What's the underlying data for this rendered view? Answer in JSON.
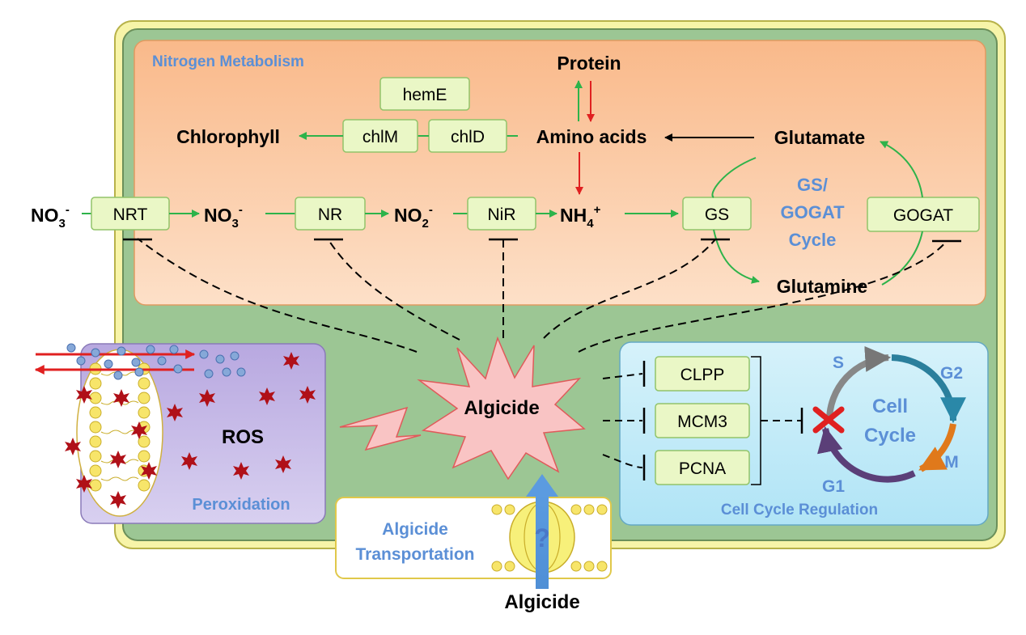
{
  "panels": {
    "nitrogen_title": "Nitrogen Metabolism",
    "ros_title": "Peroxidation",
    "cell_cycle_title": "Cell Cycle Regulation",
    "transport_title_line1": "Algicide",
    "transport_title_line2": "Transportation"
  },
  "metabolites": {
    "protein": "Protein",
    "amino_acids": "Amino acids",
    "chlorophyll": "Chlorophyll",
    "glutamate": "Glutamate",
    "glutamine": "Glutamine",
    "no3_out_base": "NO",
    "no3_out_sub": "3",
    "no3_out_sup": "-",
    "no3_in_base": "NO",
    "no3_in_sub": "3",
    "no3_in_sup": "-",
    "no2_base": "NO",
    "no2_sub": "2",
    "no2_sup": "-",
    "nh4_base": "NH",
    "nh4_sub": "4",
    "nh4_sup": "+"
  },
  "genes": {
    "hemE": "hemE",
    "chlM": "chlM",
    "chlD": "chlD",
    "NRT": "NRT",
    "NR": "NR",
    "NiR": "NiR",
    "GS": "GS",
    "GOGAT": "GOGAT",
    "CLPP": "CLPP",
    "MCM3": "MCM3",
    "PCNA": "PCNA"
  },
  "cycle": {
    "gs_gogat_line1": "GS/",
    "gs_gogat_line2": "GOGAT",
    "gs_gogat_line3": "Cycle",
    "cell_line1": "Cell",
    "cell_line2": "Cycle",
    "phase_s": "S",
    "phase_g2": "G2",
    "phase_m": "M",
    "phase_g1": "G1"
  },
  "center": {
    "algicide": "Algicide",
    "ros": "ROS",
    "algicide_outside": "Algicide",
    "question": "?"
  },
  "colors": {
    "outer_border": "#e8e48a",
    "cell_green": "#9cc694",
    "nitrogen_bg": "#fbc9a0",
    "ros_bg": "#c7b8e6",
    "cycle_bg": "#c9eef8",
    "gene_fill": "#eaf7c6",
    "gene_stroke": "#92c46a",
    "green_arrow": "#2db34a",
    "red_arrow": "#e02020",
    "label_blue": "#5b8fd6",
    "star_fill": "#f9c4c4"
  }
}
